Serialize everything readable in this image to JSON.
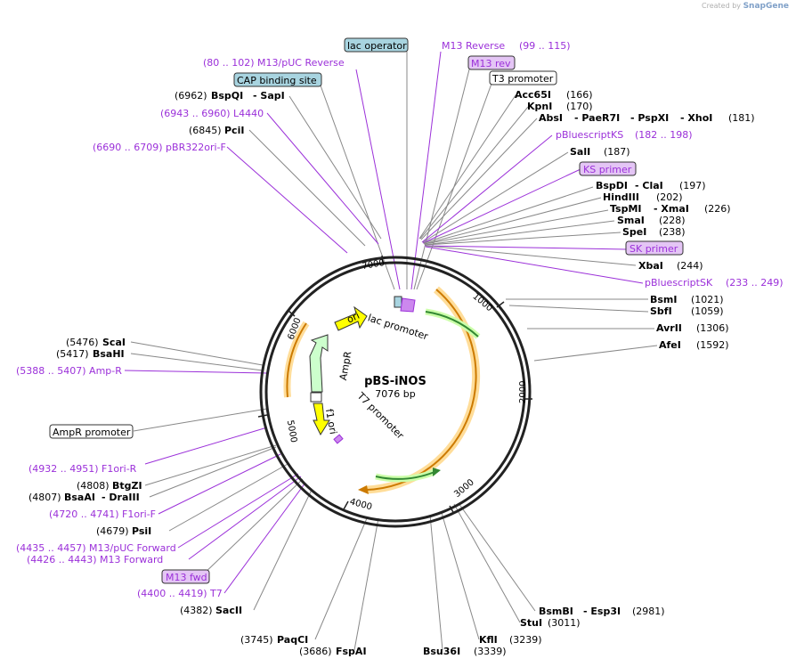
{
  "app": {
    "created_by": "Created by",
    "brand": "SnapGene"
  },
  "plasmid": {
    "name": "pBS-iNOS",
    "size": "7076 bp"
  },
  "ruler_ticks": [
    "1000",
    "2000",
    "3000",
    "4000",
    "5000",
    "6000",
    "7000"
  ],
  "inner_features": {
    "ori": "ori",
    "ampr": "AmpR",
    "f1ori": "f1 ori",
    "lac_promoter": "lac promoter",
    "t7_promoter": "T7 promoter"
  },
  "labels": {
    "lac_operator": "lac operator",
    "m13_reverse": "M13 Reverse",
    "m13_reverse_range": "(99 .. 115)",
    "m13_rev": "M13 rev",
    "m13puc_reverse": "(80 .. 102)  M13/pUC Reverse",
    "t3_promoter": "T3 promoter",
    "cap_binding_site": "CAP binding site",
    "bspqi_pos": "(6962)",
    "bspqi": "BspQI",
    "sapi": "SapI",
    "acc65i": "Acc65I",
    "acc65i_pos": "(166)",
    "kpni": "KpnI",
    "kpni_pos": "(170)",
    "l4440": "(6943 .. 6960)  L4440",
    "absi": "AbsI",
    "paer7i": "PaeR7I",
    "pspxi": "PspXI",
    "xhoi": "XhoI",
    "xhoi_pos": "(181)",
    "pcii_pos": "(6845)",
    "pcii": "PciI",
    "pbluescriptks": "pBluescriptKS",
    "pbluescriptks_range": "(182 .. 198)",
    "pbr322ori": "(6690 .. 6709)  pBR322ori-F",
    "sali": "SalI",
    "sali_pos": "(187)",
    "ks_primer": "KS primer",
    "bspdi": "BspDI",
    "clai": "ClaI",
    "clai_pos": "(197)",
    "hindiii": "HindIII",
    "hindiii_pos": "(202)",
    "tspmi": "TspMI",
    "xmai": "XmaI",
    "xmai_pos": "(226)",
    "smai": "SmaI",
    "smai_pos": "(228)",
    "spei": "SpeI",
    "spei_pos": "(238)",
    "sk_primer": "SK primer",
    "xbai": "XbaI",
    "xbai_pos": "(244)",
    "pbluescriptsk": "pBluescriptSK",
    "pbluescriptsk_range": "(233 .. 249)",
    "bsmi": "BsmI",
    "bsmi_pos": "(1021)",
    "sbfi": "SbfI",
    "sbfi_pos": "(1059)",
    "avrii": "AvrII",
    "avrii_pos": "(1306)",
    "afei": "AfeI",
    "afei_pos": "(1592)",
    "scai_pos": "(5476)",
    "scai": "ScaI",
    "bsahi_pos": "(5417)",
    "bsahi": "BsaHI",
    "ampr_primer": "(5388 .. 5407)  Amp-R",
    "ampr_promoter": "AmpR promoter",
    "f1ori_r": "(4932 .. 4951)  F1ori-R",
    "btgzi_pos": "(4808)",
    "btgzi": "BtgZI",
    "bsaai_pos": "(4807)",
    "bsaai": "BsaAI",
    "draiii": "DraIII",
    "f1ori_f": "(4720 .. 4741)  F1ori-F",
    "psii_pos": "(4679)",
    "psii": "PsiI",
    "m13puc_forward": "(4435 .. 4457)  M13/pUC Forward",
    "m13_forward": "(4426 .. 4443)  M13 Forward",
    "m13_fwd": "M13 fwd",
    "t7": "(4400 .. 4419)  T7",
    "sacii_pos": "(4382)",
    "sacii": "SacII",
    "bsmbi": "BsmBI",
    "esp3i": "Esp3I",
    "esp3i_pos": "(2981)",
    "stui": "StuI",
    "stui_pos": "(3011)",
    "kfli": "KflI",
    "kfli_pos": "(3239)",
    "bsu36i": "Bsu36I",
    "bsu36i_pos": "(3339)",
    "paqci_pos": "(3745)",
    "paqci": "PaqCI",
    "fspai_pos": "(3686)",
    "fspai": "FspAI"
  },
  "colors": {
    "feature_text": "#9b30d9",
    "primer_box": "#e4c5f5",
    "regulatory_box": "#a8d4e0",
    "ori_arrow": "#ffff00",
    "ampr_arrow": "#ccffcc",
    "orf_arc": "#ffaa33",
    "inner_orf": "#338833"
  }
}
